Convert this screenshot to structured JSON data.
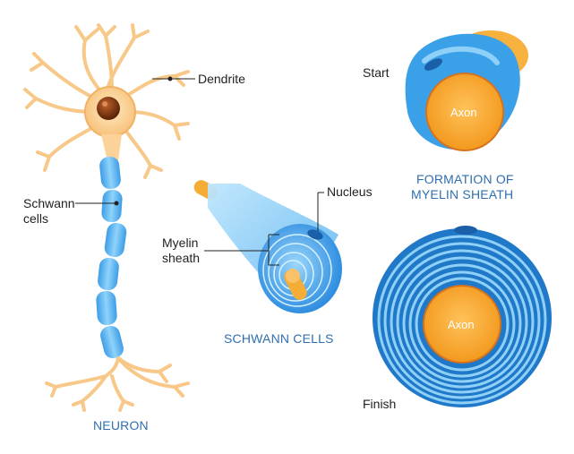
{
  "labels": {
    "dendrite": "Dendrite",
    "schwann_cells_line1": "Schwann",
    "schwann_cells_line2": "cells",
    "nucleus": "Nucleus",
    "myelin_line1": "Myelin",
    "myelin_line2": "sheath",
    "start": "Start",
    "finish": "Finish",
    "axon_top": "Axon",
    "axon_bottom": "Axon"
  },
  "captions": {
    "neuron": "NEURON",
    "schwann_cells": "SCHWANN CELLS",
    "formation_line1": "FORMATION OF",
    "formation_line2": "MYELIN SHEATH"
  },
  "colors": {
    "myelin_blue": "#3aa0e8",
    "myelin_light": "#8fd0f8",
    "myelin_dark": "#1f78c8",
    "axon_orange": "#f7a531",
    "neuron_body": "#fbd39a",
    "nucleus_brown": "#8a3d16",
    "caption_blue": "#2f6fb0"
  }
}
